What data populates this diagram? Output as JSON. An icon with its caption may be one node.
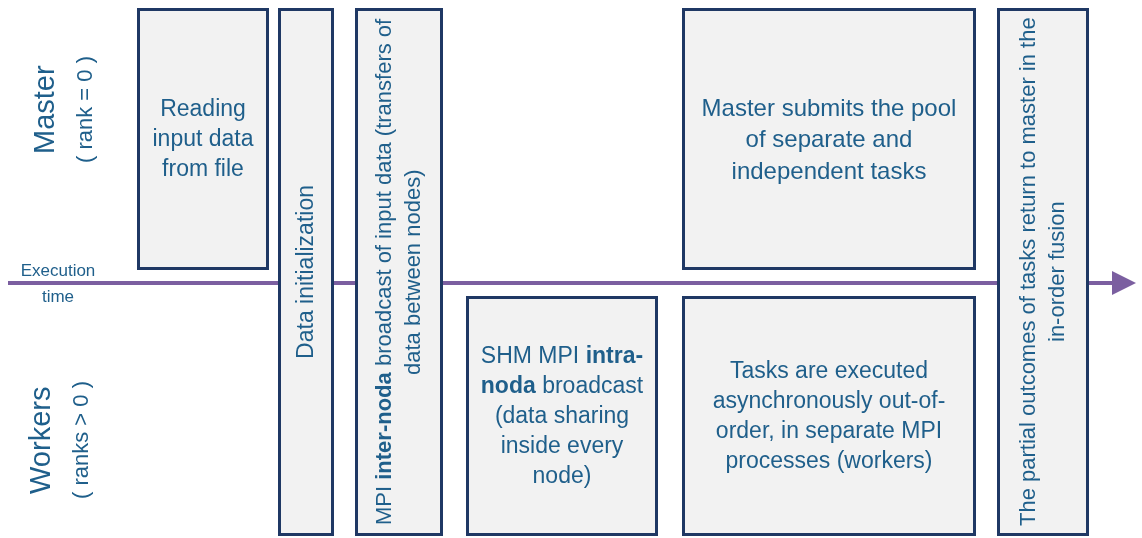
{
  "diagram": {
    "nodes": [
      {
        "text": [
          "Reading input data from file"
        ]
      },
      {
        "text": [
          "Data initialization"
        ]
      },
      {
        "text": [
          "MPI **inter-noda** broadcast of input data (transfers of data between nodes)"
        ]
      },
      {
        "text": [
          "Master submits the pool of separate and independent tasks"
        ]
      },
      {
        "text": [
          "SHM MPI **intra-noda** broadcast (data sharing inside every node)"
        ]
      },
      {
        "text": [
          "Tasks are executed asynchronously out-of-order, in separate MPI processes (workers)"
        ]
      },
      {
        "text": [
          "The partial outcomes of tasks return to master in the in-order fusion"
        ]
      }
    ],
    "edges": [],
    "labels": [
      "Master",
      "( rank = 0 )",
      "Execution time",
      "Workers",
      "( ranks > 0 )"
    ]
  }
}
